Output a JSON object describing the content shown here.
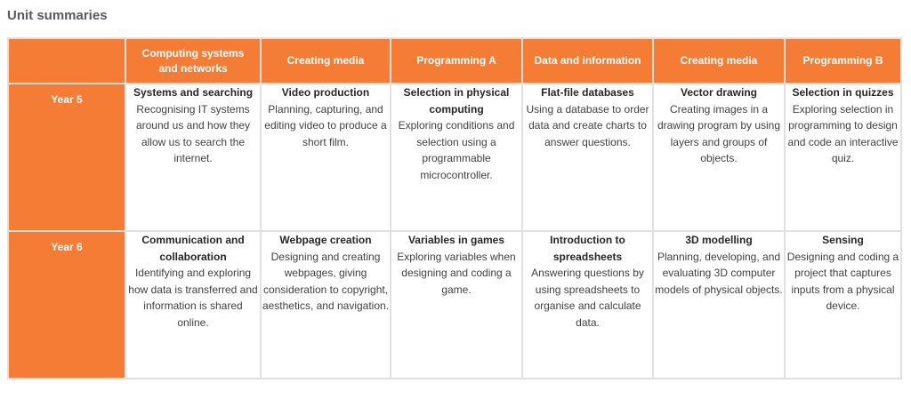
{
  "title": "Unit summaries",
  "columns": [
    "Computing systems and networks",
    "Creating media",
    "Programming A",
    "Data and information",
    "Creating media",
    "Programming B"
  ],
  "rows": [
    {
      "year": "Year 5",
      "cells": [
        {
          "title": "Systems and searching",
          "desc": "Recognising IT systems around us and how they allow us to search the internet."
        },
        {
          "title": "Video production",
          "desc": "Planning, capturing, and editing video to produce a short film."
        },
        {
          "title": "Selection in physical computing",
          "desc": "Exploring conditions and selection using a programmable microcontroller."
        },
        {
          "title": "Flat-file databases",
          "desc": "Using a database to order data and create charts to answer questions."
        },
        {
          "title": "Vector drawing",
          "desc": "Creating images in a drawing program by using layers and groups of objects."
        },
        {
          "title": "Selection in quizzes",
          "desc": "Exploring selection in programming to design and code an interactive quiz."
        }
      ]
    },
    {
      "year": "Year 6",
      "cells": [
        {
          "title": "Communication and collaboration",
          "desc": "Identifying and exploring how data is transferred and information is shared online."
        },
        {
          "title": "Webpage creation",
          "desc": "Designing and creating webpages, giving consideration to copyright, aesthetics, and navigation."
        },
        {
          "title": "Variables in games",
          "desc": "Exploring variables when designing and coding a game."
        },
        {
          "title": "Introduction to spreadsheets",
          "desc": "Answering questions by using spreadsheets to organise and calculate data."
        },
        {
          "title": "3D modelling",
          "desc": "Planning, developing, and evaluating 3D computer models of physical objects."
        },
        {
          "title": "Sensing",
          "desc": "Designing and coding a project that captures inputs from a physical device."
        }
      ]
    }
  ]
}
